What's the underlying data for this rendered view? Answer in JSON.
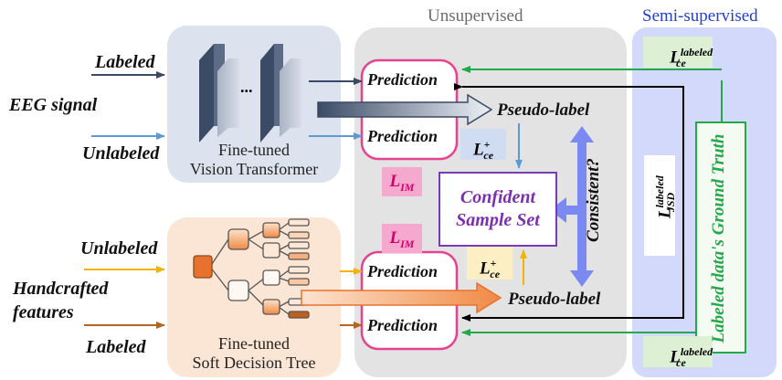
{
  "sections": {
    "unsupervised": "Unsupervised",
    "semi_supervised": "Semi-supervised"
  },
  "inputs": {
    "eeg_signal": "EEG signal",
    "labeled_top": "Labeled",
    "unlabeled_top": "Unlabeled",
    "unlabeled_bottom": "Unlabeled",
    "handcrafted_line1": "Handcrafted",
    "handcrafted_line2": "features",
    "labeled_bottom": "Labeled"
  },
  "models": {
    "vit_line1": "Fine-tuned",
    "vit_line2": "Vision Transformer",
    "sdt_line1": "Fine-tuned",
    "sdt_line2": "Soft Decision Tree",
    "vit_ellipsis": "..."
  },
  "predictions": {
    "top_labeled": "Prediction",
    "top_unlabeled": "Prediction",
    "bottom_unlabeled": "Prediction",
    "bottom_labeled": "Prediction"
  },
  "pseudo_labels": {
    "top": "Pseudo-label",
    "bottom": "Pseudo-label"
  },
  "confident_set": {
    "line1": "Confident",
    "line2": "Sample Set"
  },
  "consistent": "Consistent?",
  "losses": {
    "ce_base": "L",
    "ce_sub": "ce",
    "ce_plus": "+",
    "ce_labeled_sup": "labeled",
    "im_base": "L",
    "im_sub": "IM",
    "jsd_base": "L",
    "jsd_sub": "JSD",
    "jsd_sup": "labeled"
  },
  "ground_truth": "Labeled data's Ground Truth",
  "colors": {
    "unsupervised_panel": "#e3e3e3",
    "semi_panel": "#d2d9fb",
    "vit_panel": "#dde3ee",
    "sdt_panel": "#fbe6d6",
    "prediction_border": "#e8418f",
    "confident_border": "#7b3ab5",
    "green": "#23a84a",
    "loss_pink_bg": "#f6a9cf",
    "loss_blue_bg": "#cfdcf2",
    "loss_yellow_bg": "#fcefc4",
    "loss_green_bg": "#ddf0d4"
  }
}
